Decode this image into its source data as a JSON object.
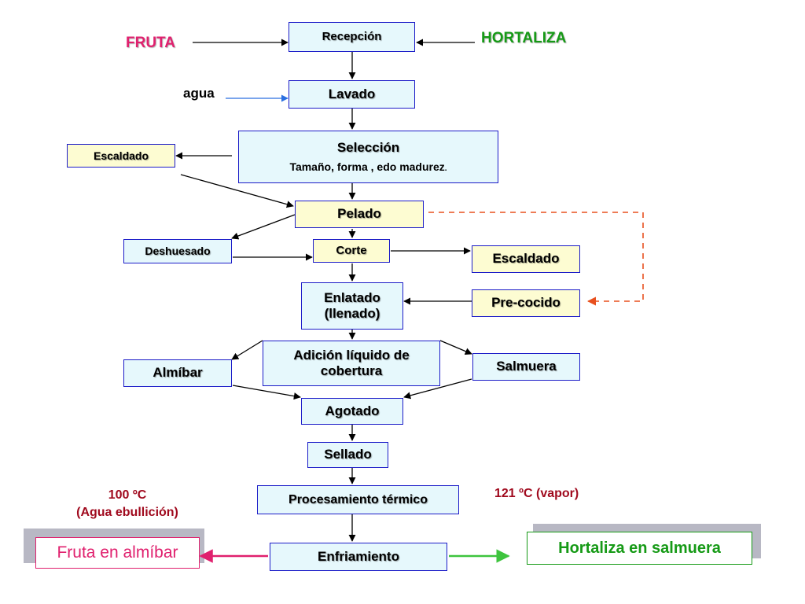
{
  "inputs": {
    "fruta": "FRUTA",
    "hortaliza": "HORTALIZA",
    "agua": "agua"
  },
  "nodes": {
    "recepcion": "Recepción",
    "lavado": "Lavado",
    "seleccion": "Selección",
    "seleccion_sub": "Tamaño, forma , edo madurez",
    "seleccion_dot": ".",
    "escaldado_left": "Escaldado",
    "pelado": "Pelado",
    "deshuesado": "Deshuesado",
    "corte": "Corte",
    "escaldado_right": "Escaldado",
    "enlatado_1": "Enlatado",
    "enlatado_2": "(llenado)",
    "precocido": "Pre-cocido",
    "adicion_1": "Adición líquido de",
    "adicion_2": "cobertura",
    "almibar": "Almíbar",
    "salmuera": "Salmuera",
    "agotado": "Agotado",
    "sellado": "Sellado",
    "procesamiento": "Procesamiento térmico",
    "enfriamiento": "Enfriamiento"
  },
  "conditions": {
    "left_1": "100 ºC",
    "left_2": "(Agua ebullición)",
    "right": "121 ºC (vapor)"
  },
  "outputs": {
    "fruta_almibar": "Fruta en almíbar",
    "hortaliza_salmuera": "Hortaliza en salmuera"
  },
  "colors": {
    "fruta": "#e0206e",
    "hortaliza": "#169a16",
    "agua_arrow": "#2a6fe0",
    "dashed": "#e8501e",
    "temp_text": "#a00a1e",
    "box_border": "#1c1cc8",
    "box_fill": "#e6f8fc",
    "box_fill_yellow": "#fdfcd2"
  }
}
